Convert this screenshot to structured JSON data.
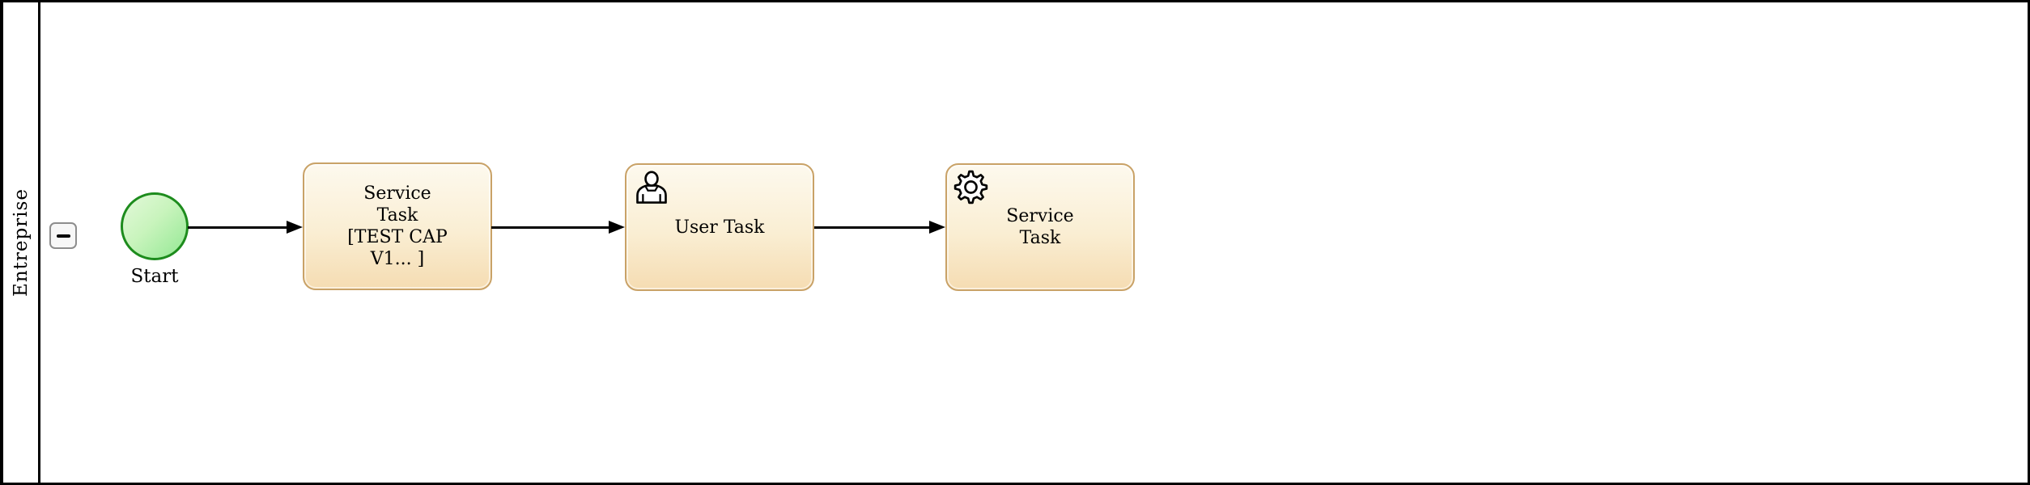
{
  "pool": {
    "label": "Entreprise",
    "collapse_button": {
      "icon": "minus-icon"
    }
  },
  "process": {
    "start_event": {
      "label": "Start"
    },
    "tasks": [
      {
        "id": "service-task-1",
        "icon": "none",
        "lines": [
          "Service",
          "Task",
          "[TEST CAP",
          "V1... ]"
        ]
      },
      {
        "id": "user-task",
        "icon": "user-icon",
        "lines": [
          "User Task"
        ]
      },
      {
        "id": "service-task-2",
        "icon": "gear-icon",
        "lines": [
          "Service",
          "Task"
        ]
      }
    ],
    "flows": [
      {
        "from": "start-event",
        "to": "service-task-1"
      },
      {
        "from": "service-task-1",
        "to": "user-task"
      },
      {
        "from": "user-task",
        "to": "service-task-2"
      }
    ]
  },
  "colors": {
    "pool_border": "#000000",
    "lane_background": "#ffffff",
    "task_border": "#c9a267",
    "task_fill_top": "#fdf9ee",
    "task_fill_bottom": "#f5dcb2",
    "event_border": "#1d8c1d",
    "event_fill_top": "#e3f9da",
    "event_fill_bottom": "#93e893",
    "flow_color": "#000000",
    "collapse_button_border": "#8d8d8d",
    "collapse_button_fill": "#f7f7f7"
  }
}
